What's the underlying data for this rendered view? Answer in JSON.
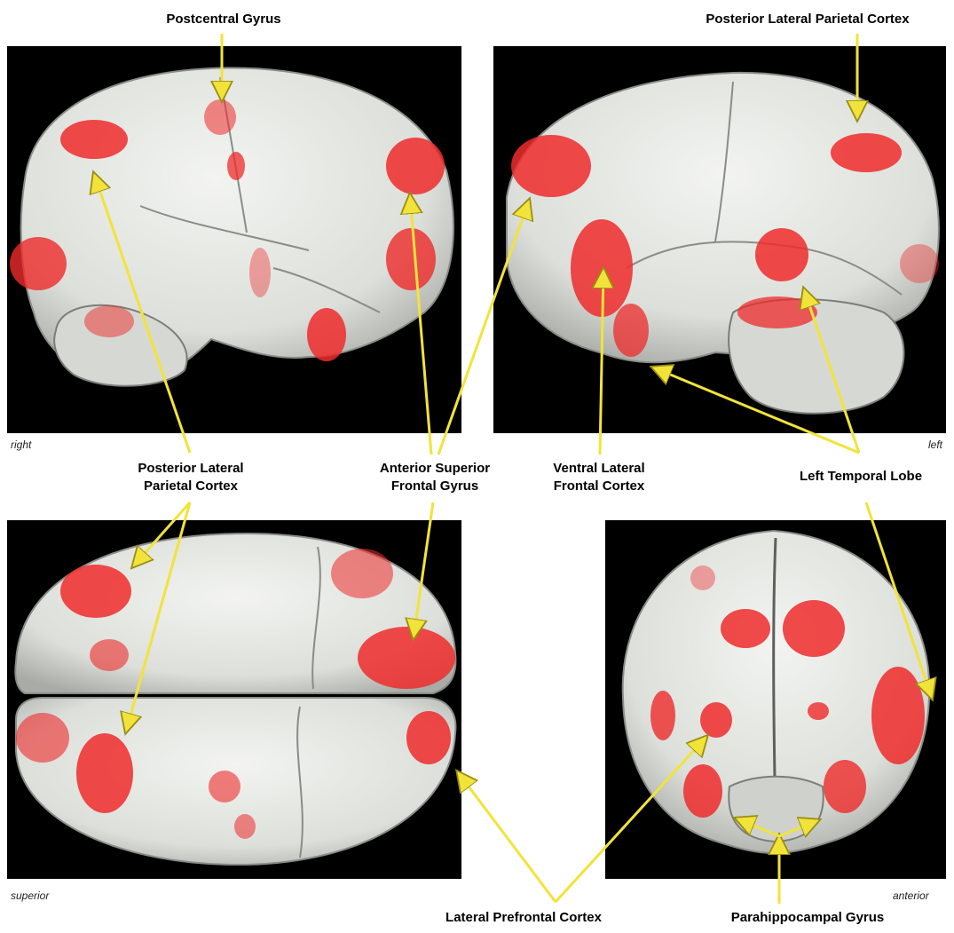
{
  "figure": {
    "labels": {
      "postcentral_gyrus": "Postcentral Gyrus",
      "posterior_lateral_parietal_top": "Posterior Lateral Parietal Cortex",
      "posterior_lateral_parietal_mid_1": "Posterior Lateral",
      "posterior_lateral_parietal_mid_2": "Parietal Cortex",
      "anterior_superior_frontal_1": "Anterior Superior",
      "anterior_superior_frontal_2": "Frontal Gyrus",
      "ventral_lateral_frontal_1": "Ventral Lateral",
      "ventral_lateral_frontal_2": "Frontal Cortex",
      "left_temporal_lobe": "Left Temporal Lobe",
      "lateral_prefrontal_cortex": "Lateral Prefrontal Cortex",
      "parahippocampal_gyrus": "Parahippocampal Gyrus"
    },
    "views": {
      "right": "right",
      "left": "left",
      "superior": "superior",
      "anterior": "anterior"
    },
    "colors": {
      "background": "#ffffff",
      "panel": "#000000",
      "brain": "#e4e6e2",
      "activation": "#ee2b2b",
      "arrow": "#f2e33a"
    }
  }
}
